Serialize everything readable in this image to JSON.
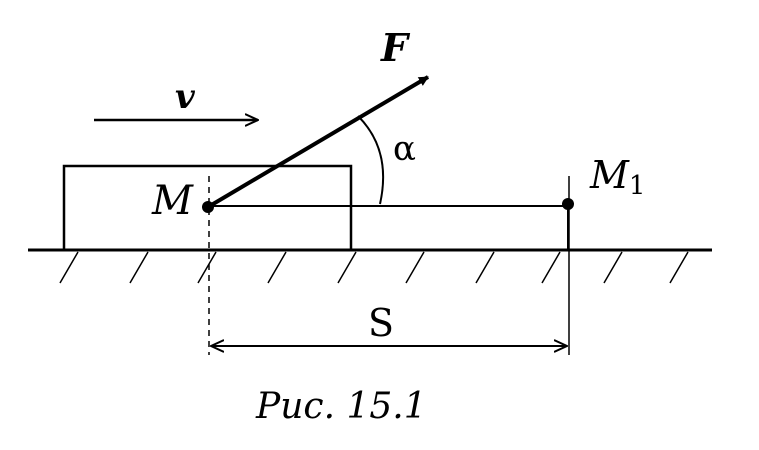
{
  "diagram": {
    "labels": {
      "velocity": "v",
      "force": "F",
      "angle": "α",
      "start_point": "M",
      "end_point": "M",
      "end_point_subscript": "1",
      "distance": "S",
      "caption": "Рис. 15.1"
    },
    "colors": {
      "ink": "#000000",
      "background": "#ffffff"
    }
  }
}
